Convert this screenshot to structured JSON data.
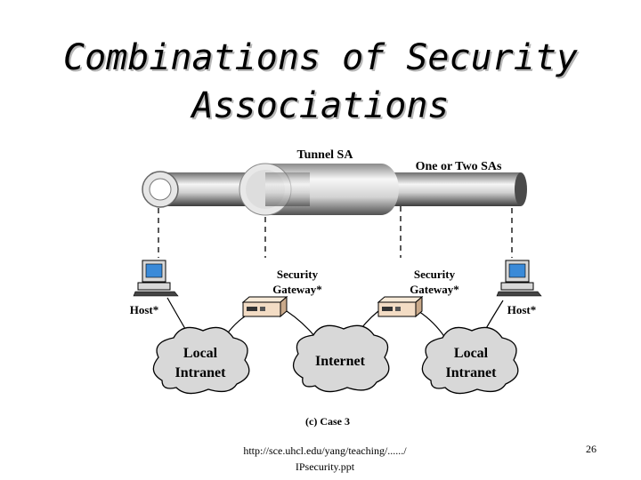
{
  "slide": {
    "title_line1": "Combinations of Security",
    "title_line2": "Associations",
    "footer_line1": "http://sce.uhcl.edu/yang/teaching/....../",
    "footer_line2": "IPsecurity.ppt",
    "page_number": "26"
  },
  "diagram": {
    "tunnel_sa_label": "Tunnel SA",
    "one_or_two_sas_label": "One or Two SAs",
    "security_gateway_label_line1": "Security",
    "security_gateway_label_line2": "Gateway*",
    "host_label": "Host*",
    "local_intranet_line1": "Local",
    "local_intranet_line2": "Intranet",
    "internet_label": "Internet",
    "caption": "(c) Case 3"
  },
  "colors": {
    "monitor_screen": "#3a8ad8",
    "router_body": "#f3dcc4",
    "tube_dark": "#6e6e6e",
    "tube_light": "#f5f5f5"
  }
}
